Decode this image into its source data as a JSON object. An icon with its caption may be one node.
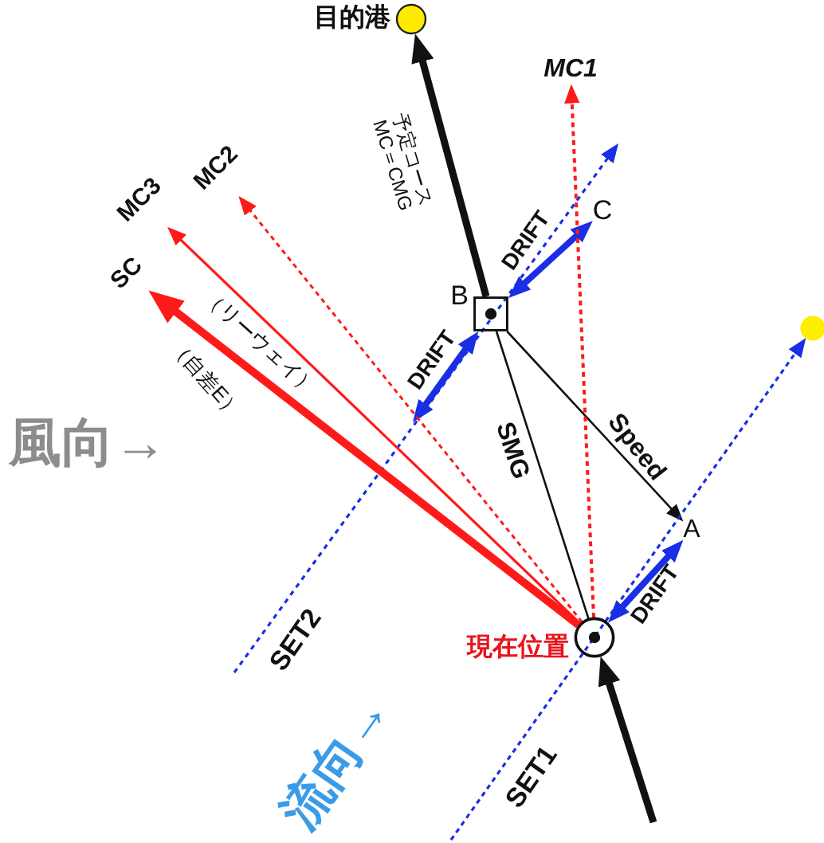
{
  "diagram": {
    "nodes": [
      {
        "text": [],
        "shape": "circle",
        "beside": [
          "目的港"
        ]
      },
      {
        "text": [
          "MC1"
        ]
      },
      {
        "text": [
          "MC3"
        ]
      },
      {
        "text": [
          "MC2"
        ]
      },
      {
        "text": [
          "C"
        ]
      },
      {
        "text": [
          "SC"
        ]
      },
      {
        "text": [],
        "shape": "box",
        "beside": [
          "B"
        ]
      },
      {
        "text": [],
        "shape": "circle"
      },
      {
        "text": [
          "A"
        ]
      },
      {
        "text": [],
        "shape": "circle",
        "beside": [
          "現在位置"
        ]
      }
    ],
    "edges": [
      {
        "from": null,
        "to": 9,
        "arrow": "to",
        "style": "thick"
      },
      {
        "from": 6,
        "to": 0,
        "arrow": "to",
        "style": "thick",
        "label": "予定コース MC＝CMG"
      },
      {
        "from": 9,
        "to": 6,
        "arrow": "none",
        "label": "SMG"
      },
      {
        "from": 6,
        "to": 8,
        "arrow": "to",
        "label": "Speed"
      },
      {
        "from": 9,
        "to": 8,
        "arrow": "both",
        "style": "thick",
        "color": "#1a2ee6",
        "label": "DRIFT"
      },
      {
        "from": null,
        "to": 6,
        "arrow": "both",
        "style": "thick",
        "color": "#1a2ee6",
        "label": "DRIFT"
      },
      {
        "from": 6,
        "to": 4,
        "arrow": "both",
        "style": "thick",
        "color": "#1a2ee6",
        "label": "DRIFT"
      },
      {
        "from": 9,
        "to": 5,
        "arrow": "to",
        "style": "thick",
        "color": "#ff1a1a"
      },
      {
        "from": 9,
        "to": 2,
        "arrow": "to",
        "color": "#ff1a1a"
      },
      {
        "from": 9,
        "to": 3,
        "arrow": "to",
        "style": "dashed",
        "color": "#ff1a1a"
      },
      {
        "from": 9,
        "to": 1,
        "arrow": "to",
        "style": "dashed",
        "color": "#ff1a1a"
      },
      {
        "from": null,
        "to": 7,
        "arrow": "to",
        "style": "dashed",
        "color": "#1a2ee6",
        "label": "SET1"
      }
    ],
    "labels": [
      "（リーウェイ）",
      "（自差E）",
      "風向→",
      "SET2",
      "流向→"
    ]
  }
}
